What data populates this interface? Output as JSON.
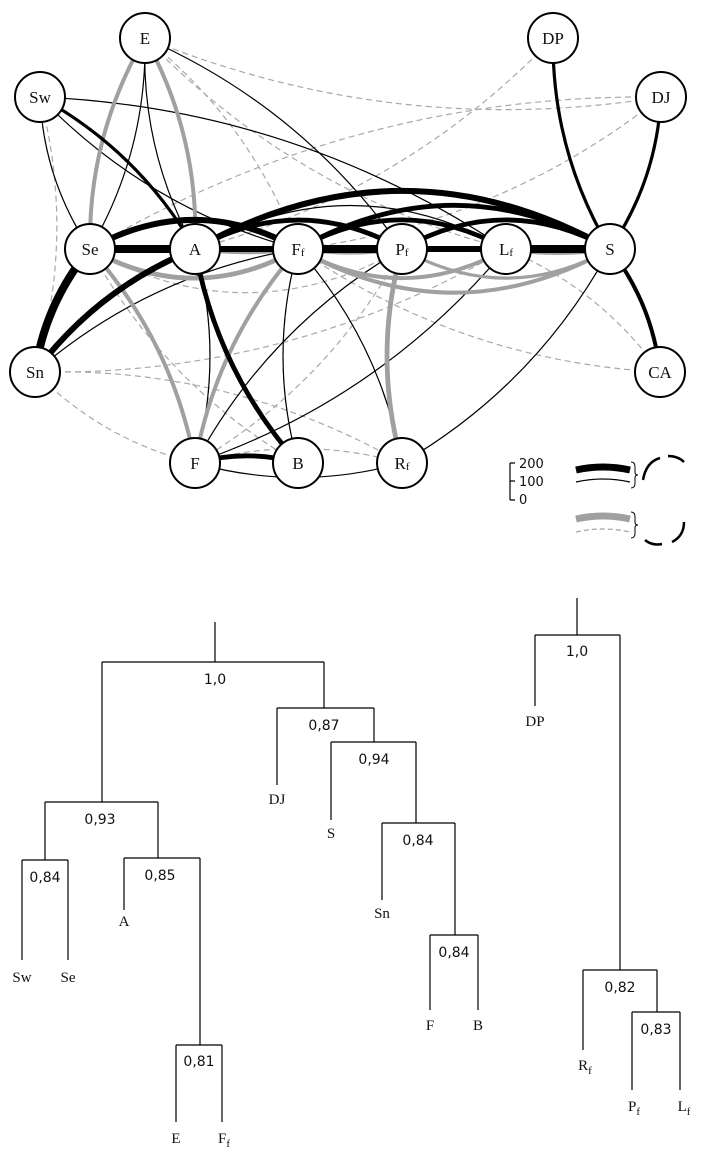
{
  "network": {
    "nodes": [
      {
        "id": "E",
        "main": "E",
        "sub": ""
      },
      {
        "id": "Sw",
        "main": "Sw",
        "sub": ""
      },
      {
        "id": "DP",
        "main": "DP",
        "sub": ""
      },
      {
        "id": "DJ",
        "main": "DJ",
        "sub": ""
      },
      {
        "id": "Se",
        "main": "Se",
        "sub": ""
      },
      {
        "id": "A",
        "main": "A",
        "sub": ""
      },
      {
        "id": "Ff",
        "main": "F",
        "sub": "f"
      },
      {
        "id": "Pf",
        "main": "P",
        "sub": "f"
      },
      {
        "id": "Lf",
        "main": "L",
        "sub": "f"
      },
      {
        "id": "S",
        "main": "S",
        "sub": ""
      },
      {
        "id": "Sn",
        "main": "Sn",
        "sub": ""
      },
      {
        "id": "CA",
        "main": "CA",
        "sub": ""
      },
      {
        "id": "F",
        "main": "F",
        "sub": ""
      },
      {
        "id": "B",
        "main": "B",
        "sub": ""
      },
      {
        "id": "Rf",
        "main": "R",
        "sub": "f"
      }
    ],
    "edge_styles": {
      "strong": "#000000",
      "strong_reverse": "#a0a0a0",
      "weak": "#000000",
      "weak_reverse": "#a8a8a8"
    },
    "edges": [
      [
        "Se",
        "A",
        "strong",
        200
      ],
      [
        "A",
        "Ff",
        "strong",
        150
      ],
      [
        "Ff",
        "Pf",
        "strong",
        200
      ],
      [
        "Pf",
        "Lf",
        "strong",
        150
      ],
      [
        "Lf",
        "S",
        "strong",
        200
      ],
      [
        "Se",
        "Sn",
        "strong",
        200
      ],
      [
        "Sn",
        "A",
        "strong",
        150
      ],
      [
        "A",
        "B",
        "strong",
        120
      ],
      [
        "F",
        "B",
        "strong",
        120
      ],
      [
        "A",
        "S",
        "strong",
        150
      ],
      [
        "Se",
        "Ff",
        "strong",
        150
      ],
      [
        "A",
        "Pf",
        "strong",
        120
      ],
      [
        "Ff",
        "Lf",
        "strong",
        120
      ],
      [
        "Ff",
        "S",
        "strong",
        120
      ],
      [
        "Pf",
        "S",
        "strong",
        120
      ],
      [
        "DP",
        "S",
        "strong",
        80
      ],
      [
        "DJ",
        "S",
        "strong",
        80
      ],
      [
        "CA",
        "S",
        "strong",
        100
      ],
      [
        "Sw",
        "A",
        "strong",
        80
      ],
      [
        "E",
        "Se",
        "strong_reverse",
        100
      ],
      [
        "E",
        "A",
        "strong_reverse",
        100
      ],
      [
        "Se",
        "Sn",
        "strong_reverse",
        150
      ],
      [
        "Se",
        "F",
        "strong_reverse",
        100
      ],
      [
        "Se",
        "Ff",
        "strong_reverse",
        120
      ],
      [
        "A",
        "Ff",
        "strong_reverse",
        60
      ],
      [
        "Ff",
        "F",
        "strong_reverse",
        100
      ],
      [
        "Ff",
        "Pf",
        "strong_reverse",
        80
      ],
      [
        "Ff",
        "Lf",
        "strong_reverse",
        100
      ],
      [
        "Ff",
        "S",
        "strong_reverse",
        100
      ],
      [
        "Pf",
        "Rf",
        "strong_reverse",
        120
      ],
      [
        "Lf",
        "S",
        "strong_reverse",
        100
      ],
      [
        "Pf",
        "S",
        "strong_reverse",
        80
      ],
      [
        "E",
        "Se",
        "weak",
        20
      ],
      [
        "E",
        "A",
        "weak",
        20
      ],
      [
        "E",
        "Pf",
        "weak",
        20
      ],
      [
        "Sw",
        "Se",
        "weak",
        20
      ],
      [
        "Sw",
        "Lf",
        "weak",
        20
      ],
      [
        "Sw",
        "Ff",
        "weak",
        20
      ],
      [
        "A",
        "F",
        "weak",
        20
      ],
      [
        "Ff",
        "B",
        "weak",
        20
      ],
      [
        "Ff",
        "Rf",
        "weak",
        20
      ],
      [
        "Pf",
        "F",
        "weak",
        20
      ],
      [
        "Lf",
        "F",
        "weak",
        20
      ],
      [
        "Pf",
        "Rf",
        "weak",
        20
      ],
      [
        "S",
        "Rf",
        "weak",
        20
      ],
      [
        "F",
        "Rf",
        "weak",
        20
      ],
      [
        "Sn",
        "Ff",
        "weak",
        20
      ],
      [
        "A",
        "Lf",
        "weak",
        20
      ],
      [
        "A",
        "Ff",
        "weak",
        20
      ],
      [
        "E",
        "DJ",
        "weak_reverse",
        20
      ],
      [
        "Sw",
        "Sn",
        "weak_reverse",
        20
      ],
      [
        "Sw",
        "Se",
        "weak_reverse",
        20
      ],
      [
        "E",
        "Ff",
        "weak_reverse",
        20
      ],
      [
        "E",
        "Lf",
        "weak_reverse",
        20
      ],
      [
        "DP",
        "A",
        "weak_reverse",
        20
      ],
      [
        "DJ",
        "Se",
        "weak_reverse",
        20
      ],
      [
        "Sn",
        "Rf",
        "weak_reverse",
        20
      ],
      [
        "Sn",
        "F",
        "weak_reverse",
        20
      ],
      [
        "F",
        "Rf",
        "weak_reverse",
        20
      ],
      [
        "CA",
        "Lf",
        "weak_reverse",
        20
      ],
      [
        "CA",
        "Ff",
        "weak_reverse",
        20
      ],
      [
        "Sn",
        "Lf",
        "weak_reverse",
        20
      ],
      [
        "A",
        "F",
        "weak_reverse",
        20
      ],
      [
        "Ff",
        "B",
        "weak_reverse",
        20
      ],
      [
        "Pf",
        "F",
        "weak_reverse",
        20
      ],
      [
        "Se",
        "Pf",
        "weak_reverse",
        20
      ],
      [
        "DJ",
        "Ff",
        "weak_reverse",
        20
      ],
      [
        "Se",
        "B",
        "weak_reverse",
        20
      ]
    ]
  },
  "legend": {
    "scale_ticks": [
      "200",
      "100",
      "0"
    ]
  },
  "dendrograms": {
    "left": {
      "root_value": "1,0",
      "values": [
        "0,93",
        "0,84",
        "0,85",
        "0,81",
        "0,87",
        "0,94",
        "0,84",
        "0,84"
      ],
      "leaves": [
        "Sw",
        "Se",
        "A",
        "E",
        "Ff",
        "DJ",
        "S",
        "Sn",
        "F",
        "B"
      ]
    },
    "right": {
      "root_value": "1,0",
      "values": [
        "0,82",
        "0,83"
      ],
      "leaves": [
        "DP",
        "Rf",
        "Pf",
        "Lf"
      ]
    },
    "leaf_labels": {
      "Sw": {
        "main": "Sw",
        "sub": ""
      },
      "Se": {
        "main": "Se",
        "sub": ""
      },
      "A": {
        "main": "A",
        "sub": ""
      },
      "E": {
        "main": "E",
        "sub": ""
      },
      "Ff": {
        "main": "F",
        "sub": "f"
      },
      "DJ": {
        "main": "DJ",
        "sub": ""
      },
      "S": {
        "main": "S",
        "sub": ""
      },
      "Sn": {
        "main": "Sn",
        "sub": ""
      },
      "F": {
        "main": "F",
        "sub": ""
      },
      "B": {
        "main": "B",
        "sub": ""
      },
      "DP": {
        "main": "DP",
        "sub": ""
      },
      "Rf": {
        "main": "R",
        "sub": "f"
      },
      "Pf": {
        "main": "P",
        "sub": "f"
      },
      "Lf": {
        "main": "L",
        "sub": "f"
      }
    }
  }
}
